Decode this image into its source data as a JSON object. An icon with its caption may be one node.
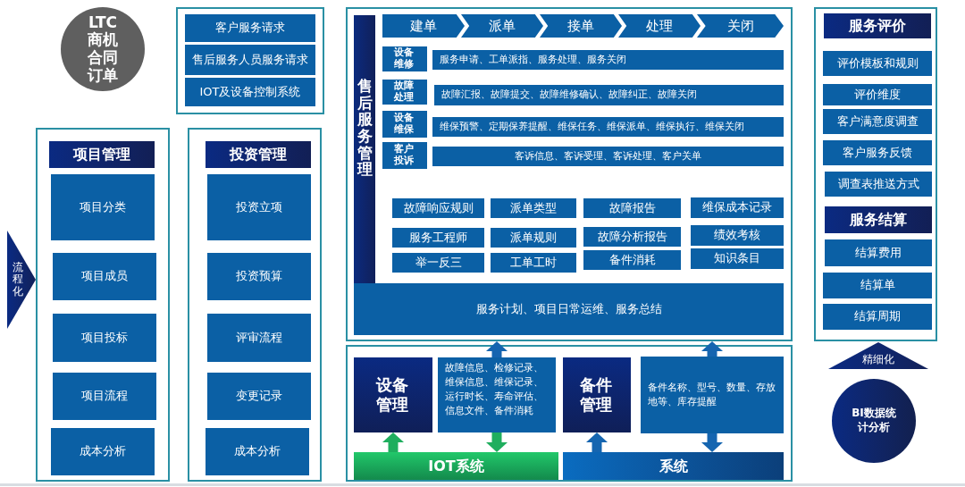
{
  "diagram": {
    "nodes": [
      {
        "text": [
          "LTC商机合同订单"
        ]
      },
      {
        "text": [],
        "shape": "box"
      },
      {
        "text": [
          "客户服务请求"
        ],
        "in": 1
      },
      {
        "text": [
          "售后服务人员服务请求"
        ],
        "in": 1
      },
      {
        "text": [
          "IOT及设备控制系统"
        ],
        "in": 1
      },
      {
        "text": [],
        "shape": "box"
      },
      {
        "text": [
          "项目管理"
        ],
        "in": 5
      },
      {
        "text": [
          "项目分类"
        ],
        "in": 5
      },
      {
        "text": [
          "项目成员"
        ],
        "in": 5
      },
      {
        "text": [
          "项目投标"
        ],
        "in": 5
      },
      {
        "text": [
          "项目流程"
        ],
        "in": 5
      },
      {
        "text": [
          "成本分析"
        ],
        "in": 5
      },
      {
        "text": [],
        "shape": "box"
      },
      {
        "text": [
          "投资管理"
        ],
        "in": 12
      },
      {
        "text": [
          "投资立项"
        ],
        "in": 12
      },
      {
        "text": [
          "投资预算"
        ],
        "in": 12
      },
      {
        "text": [
          "评审流程"
        ],
        "in": 12
      },
      {
        "text": [
          "变更记录"
        ],
        "in": 12
      },
      {
        "text": [
          "成本分析"
        ],
        "in": 12
      },
      {
        "text": [],
        "shape": "box"
      },
      {
        "text": [
          "售后服务管理"
        ],
        "in": 19
      },
      {
        "text": [
          "建单"
        ],
        "in": 19
      },
      {
        "text": [
          "派单"
        ],
        "in": 19
      },
      {
        "text": [
          "接单"
        ],
        "in": 19
      },
      {
        "text": [
          "处理"
        ],
        "in": 19
      },
      {
        "text": [
          "关闭"
        ],
        "in": 19
      },
      {
        "text": [
          "设备维修"
        ],
        "in": 19
      },
      {
        "text": [
          "服务申请、工单派指、服务处理、服务关闭"
        ],
        "in": 19
      },
      {
        "text": [
          "故障处理"
        ],
        "in": 19
      },
      {
        "text": [
          "故障汇报、故障提交、故障维修确认、故障纠正、故障关闭"
        ],
        "in": 19
      },
      {
        "text": [
          "设备维保"
        ],
        "in": 19
      },
      {
        "text": [
          "维保预警、定期保养提醒、维保任务、维保派单、维保执行、维保关闭"
        ],
        "in": 19
      },
      {
        "text": [
          "客户投诉"
        ],
        "in": 19
      },
      {
        "text": [
          "客诉信息、客诉受理、客诉处理、客户关单"
        ],
        "in": 19
      },
      {
        "text": [
          "故障响应规则"
        ],
        "in": 19
      },
      {
        "text": [
          "派单类型"
        ],
        "in": 19
      },
      {
        "text": [
          "故障报告"
        ],
        "in": 19
      },
      {
        "text": [
          "维保成本记录"
        ],
        "in": 19
      },
      {
        "text": [
          "服务工程师"
        ],
        "in": 19
      },
      {
        "text": [
          "派单规则"
        ],
        "in": 19
      },
      {
        "text": [
          "故障分析报告"
        ],
        "in": 19
      },
      {
        "text": [
          "绩效考核"
        ],
        "in": 19
      },
      {
        "text": [
          "举一反三"
        ],
        "in": 19
      },
      {
        "text": [
          "工单工时"
        ],
        "in": 19
      },
      {
        "text": [
          "备件消耗"
        ],
        "in": 19
      },
      {
        "text": [
          "知识条目"
        ],
        "in": 19
      },
      {
        "text": [
          "服务计划、项目日常运维、服务总结"
        ],
        "in": 19
      },
      {
        "text": [],
        "shape": "box"
      },
      {
        "text": [
          "设备管理"
        ],
        "in": 47
      },
      {
        "text": [
          "故障信息、检修记录、维保信息、维保记录、运行时长、寿命评估、信息文件、备件消耗"
        ],
        "in": 47
      },
      {
        "text": [
          "备件管理"
        ],
        "in": 47
      },
      {
        "text": [
          "备件名称、型号、数量、存放地等、库存提醒"
        ],
        "in": 47
      },
      {
        "text": [
          "IOT系统"
        ],
        "in": 47
      },
      {
        "text": [
          "系统"
        ],
        "in": 47
      },
      {
        "text": [],
        "shape": "box"
      },
      {
        "text": [
          "服务评价"
        ],
        "in": 54
      },
      {
        "text": [
          "评价模板和规则"
        ],
        "in": 54
      },
      {
        "text": [
          "评价维度"
        ],
        "in": 54
      },
      {
        "text": [
          "客户满意度调查"
        ],
        "in": 54
      },
      {
        "text": [
          "客户服务反馈"
        ],
        "in": 54
      },
      {
        "text": [
          "调查表推送方式"
        ],
        "in": 54
      },
      {
        "text": [
          "服务结算"
        ],
        "in": 54
      },
      {
        "text": [
          "结算费用"
        ],
        "in": 54
      },
      {
        "text": [
          "结算单"
        ],
        "in": 54
      },
      {
        "text": [
          "结算周期"
        ],
        "in": 54
      },
      {
        "text": [
          "精细化"
        ]
      },
      {
        "text": [
          "BI数据统计分析"
        ]
      },
      {
        "text": [
          "流程化"
        ]
      }
    ],
    "edges": [
      {
        "from": 49,
        "to": 19,
        "arrow": "to"
      },
      {
        "from": 51,
        "to": 19,
        "arrow": "to"
      },
      {
        "from": 52,
        "to": 48,
        "arrow": "to",
        "color": "#1fae5e"
      },
      {
        "from": 49,
        "to": 52,
        "arrow": "to",
        "color": "#1fae5e"
      },
      {
        "from": 53,
        "to": 50,
        "arrow": "to"
      },
      {
        "from": 51,
        "to": 53,
        "arrow": "to"
      }
    ]
  }
}
